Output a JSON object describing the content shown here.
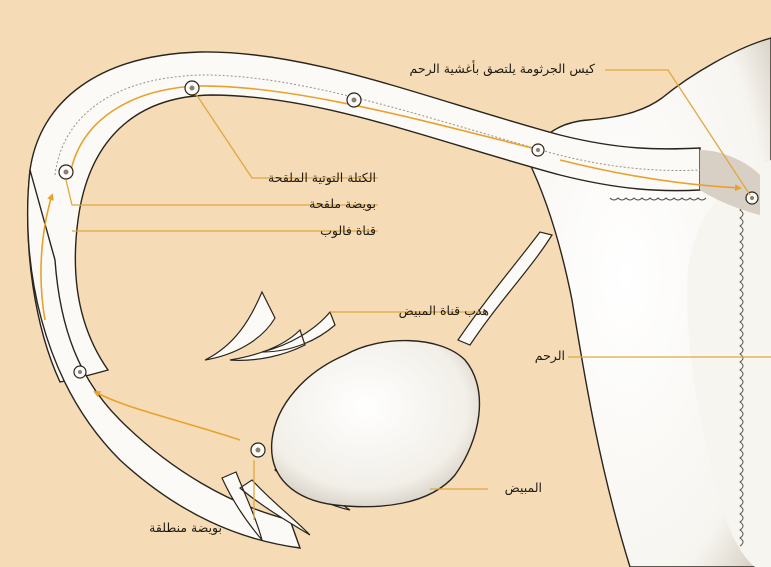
{
  "labels": {
    "blastocyst_attaching": "كيس الجرثومة يلتصق بأغشية الرحم",
    "morula": "الكتلة التوتية الملقحة",
    "fertilized_ovum": "بويضة ملقحة",
    "fallopian_tube": "قناة فالوب",
    "fimbriae": "هدب قناة المبيض",
    "uterus": "الرحم",
    "ovary": "المبيض",
    "released_ovum": "بويضة منطلقة"
  },
  "colors": {
    "background": "#f5dcb6",
    "tissue": "#fbfaf6",
    "ink": "#2a241c",
    "leader_line": "#e0a740",
    "path_arrow": "#e8a12d"
  }
}
